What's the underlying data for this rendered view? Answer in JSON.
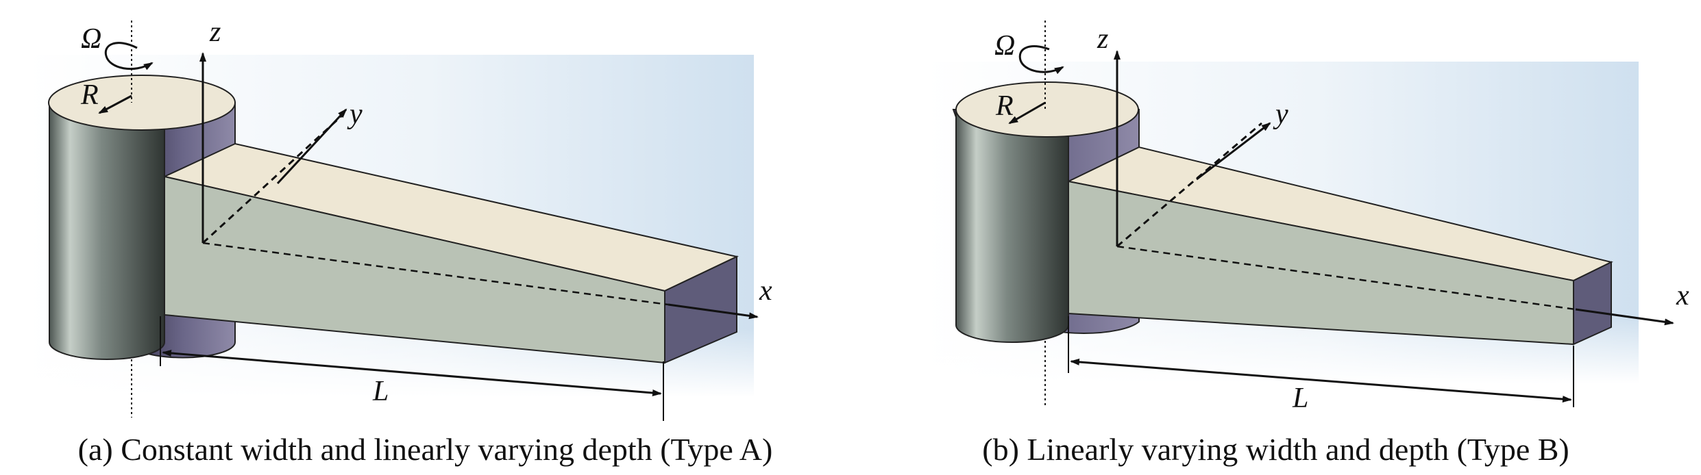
{
  "panels": [
    {
      "id": "a",
      "caption": "(a) Constant width and linearly varying depth (Type A)",
      "labels": {
        "omega": "Ω",
        "radius": "R",
        "x_axis": "x",
        "y_axis": "y",
        "z_axis": "z",
        "length": "L"
      }
    },
    {
      "id": "b",
      "caption": "(b) Linearly varying width and depth (Type B)",
      "labels": {
        "omega": "Ω",
        "radius": "R",
        "x_axis": "x",
        "y_axis": "y",
        "z_axis": "z",
        "length": "L"
      }
    }
  ],
  "colors": {
    "hub_top": "#ede7d6",
    "beam_top": "#eee7d4",
    "beam_side": "#b9c2b5",
    "beam_end": "#5f5c7a",
    "background_glow": "#cfe0ef",
    "line": "#111111"
  }
}
